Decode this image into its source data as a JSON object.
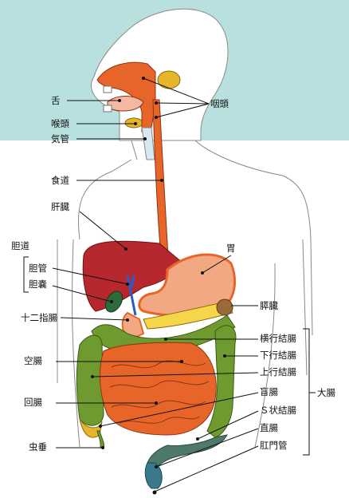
{
  "labels": {
    "tongue": "舌",
    "larynx": "喉頭",
    "trachea": "気管",
    "pharynx": "咽頭",
    "esophagus": "食道",
    "liver": "肝臓",
    "stomach": "胃",
    "biliary_tract": "胆道",
    "bile_duct": "胆管",
    "gallbladder": "胆嚢",
    "pancreas": "膵臓",
    "duodenum": "十二指腸",
    "transverse_colon": "横行結腸",
    "descending_colon": "下行結腸",
    "ascending_colon": "上行結腸",
    "jejunum": "空腸",
    "cecum": "盲腸",
    "large_intestine": "大腸",
    "ileum": "回腸",
    "sigmoid_colon": "Ｓ状結腸",
    "rectum": "直腸",
    "appendix": "虫垂",
    "anus": "肛門管"
  },
  "colors": {
    "background_top": "#b8e0de",
    "esophagus": "#e8652a",
    "liver": "#b7282e",
    "stomach": "#f1a883",
    "colon": "#6f9a2f",
    "small_intestine": "#e8652a",
    "salivary_gland": "#e6b52a",
    "gallbladder": "#2e6b3a",
    "rectum": "#3a7a8c"
  }
}
